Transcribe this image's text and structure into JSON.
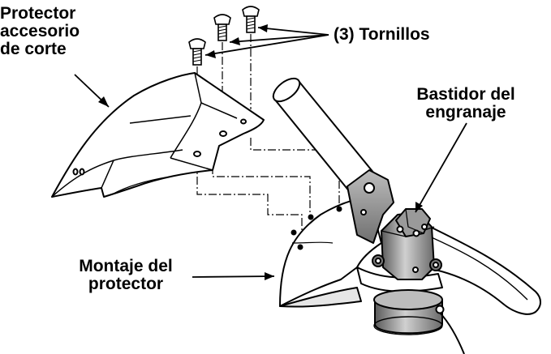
{
  "labels": {
    "cutting_shield": [
      "Protector",
      "accesorio",
      "de corte"
    ],
    "screws": "(3) Tornillos",
    "gear_housing": [
      "Bastidor del",
      "engranaje"
    ],
    "shield_mount": [
      "Montaje del",
      "protector"
    ]
  },
  "colors": {
    "ink": "#000000",
    "paper": "#ffffff",
    "metal": "#8c8c8c",
    "metal_light": "#c8c8c8",
    "metal_dark": "#555555"
  }
}
